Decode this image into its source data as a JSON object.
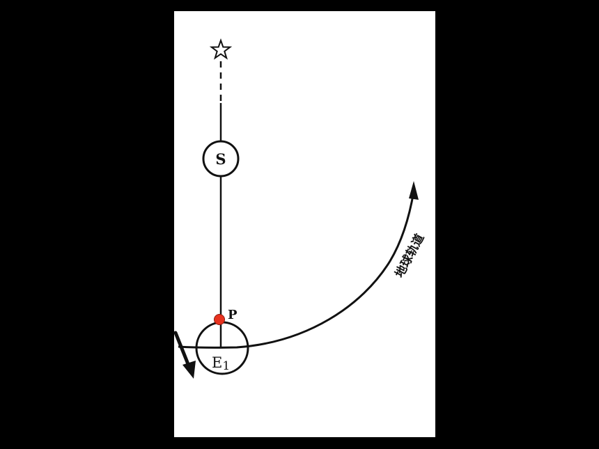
{
  "diagram": {
    "labels": {
      "sun": "S",
      "point": "P",
      "earth_letter": "E",
      "earth_index": "1",
      "orbit": "地球轨道"
    },
    "icons": {
      "star": "star-outline-icon"
    },
    "colors": {
      "background": "#000000",
      "panel": "#ffffff",
      "ink": "#111111",
      "point_fill": "#e8321e"
    }
  }
}
